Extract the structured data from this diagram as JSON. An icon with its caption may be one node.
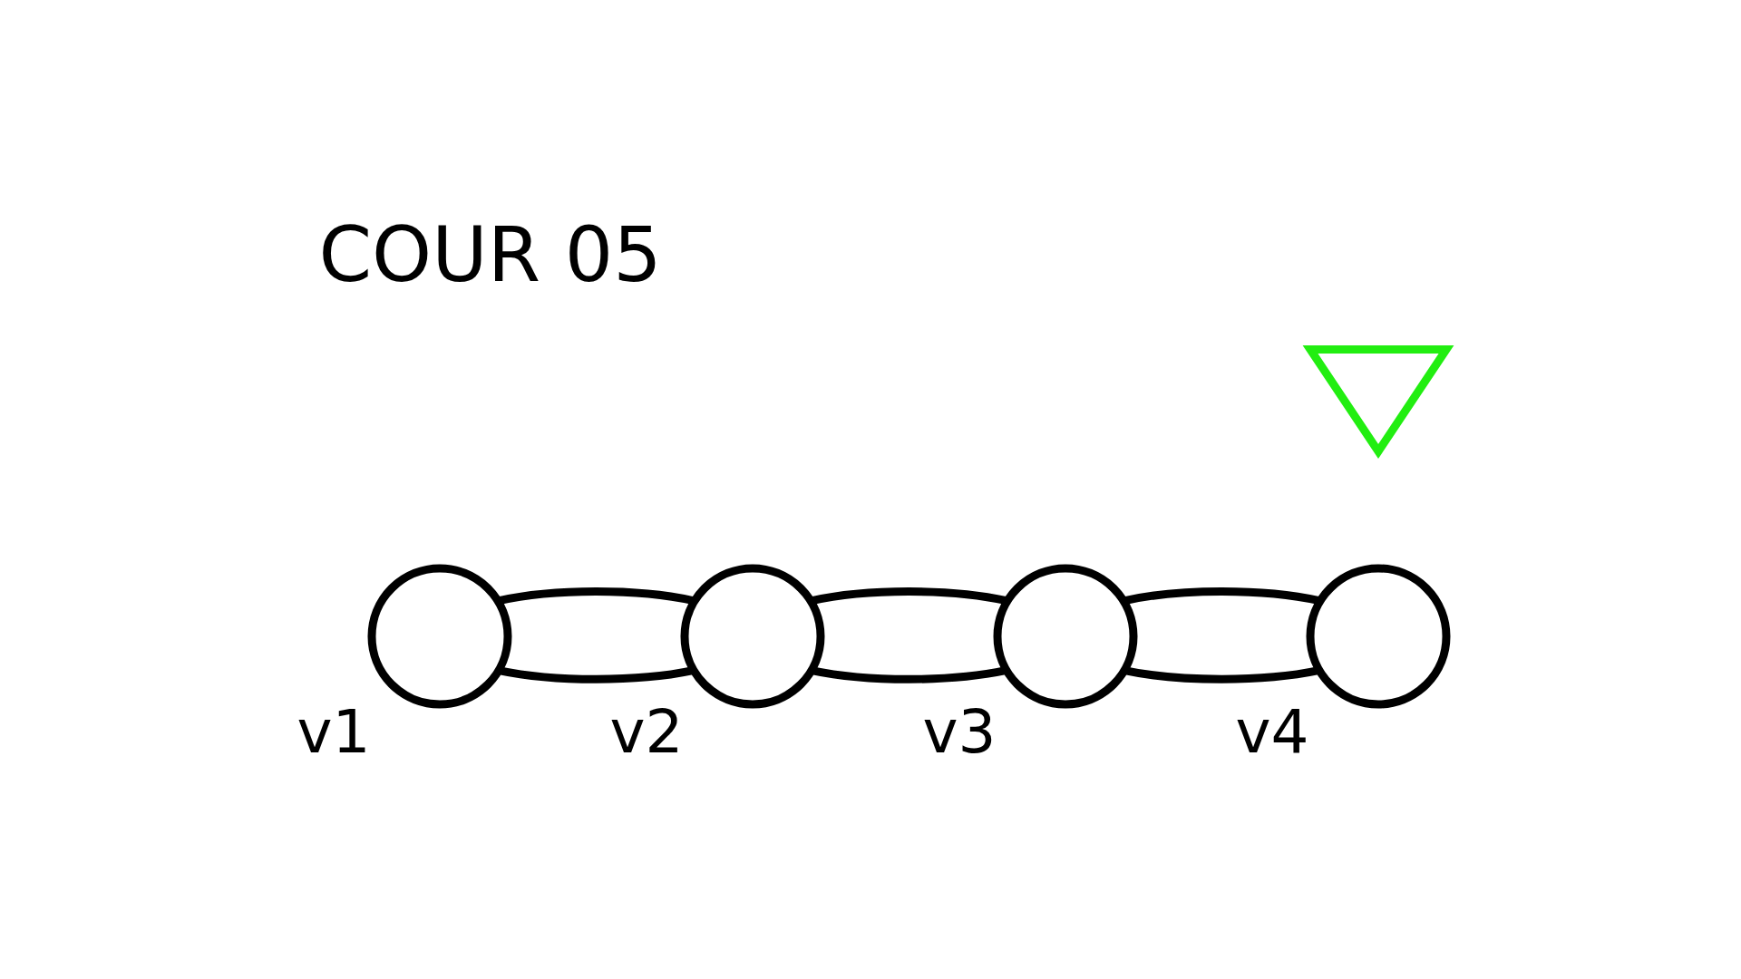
{
  "diagram": {
    "title": "COUR 05",
    "nodes": [
      {
        "text": [],
        "shape": "circle",
        "beside": [
          "v1"
        ]
      },
      {
        "text": [],
        "shape": "circle",
        "beside": [
          "v2"
        ]
      },
      {
        "text": [],
        "shape": "circle",
        "beside": [
          "v3"
        ]
      },
      {
        "text": [],
        "shape": "circle",
        "beside": [
          "v4"
        ]
      },
      {
        "text": [],
        "shape": "triangle"
      }
    ],
    "edges": [
      {
        "from": 0,
        "to": 1,
        "arrow": "none"
      },
      {
        "from": 0,
        "to": 1,
        "arrow": "none"
      },
      {
        "from": 1,
        "to": 2,
        "arrow": "none"
      },
      {
        "from": 1,
        "to": 2,
        "arrow": "none"
      },
      {
        "from": 2,
        "to": 3,
        "arrow": "none"
      },
      {
        "from": 2,
        "to": 3,
        "arrow": "none"
      }
    ]
  }
}
